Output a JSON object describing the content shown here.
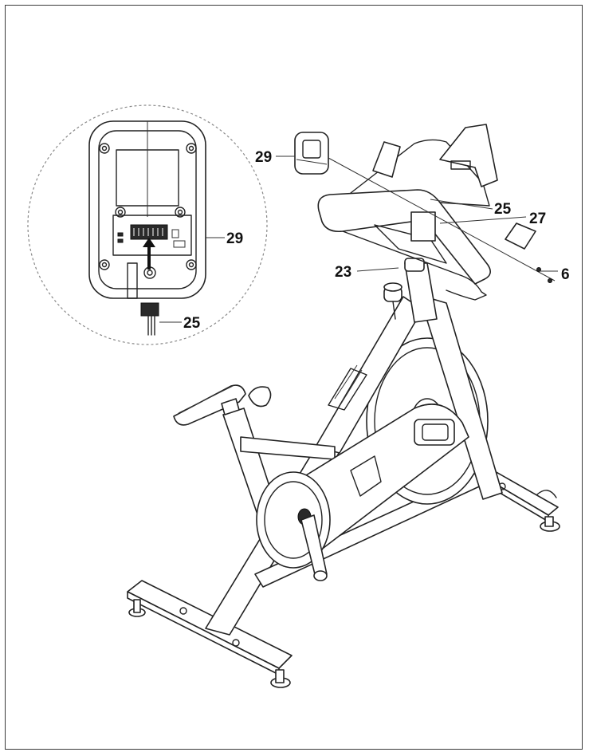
{
  "diagram": {
    "labels": {
      "console": "29",
      "cable_top": "25",
      "bracket": "27",
      "knob": "23",
      "screw": "6",
      "detail_console": "29",
      "detail_cable": "25"
    },
    "line_color": "#222222",
    "background": "#ffffff"
  }
}
